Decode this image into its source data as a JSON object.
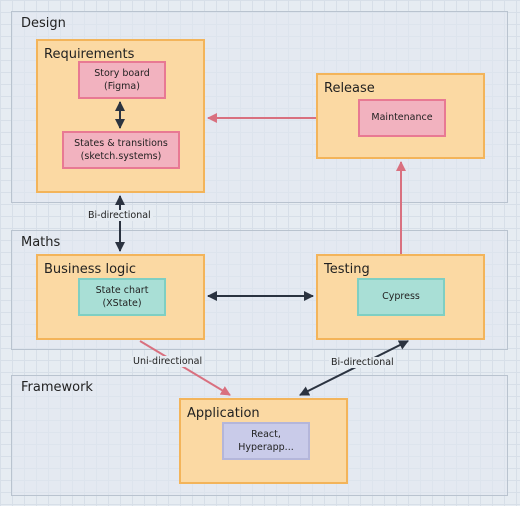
{
  "groups": {
    "design": "Design",
    "maths": "Maths",
    "framework": "Framework"
  },
  "boxes": {
    "requirements": "Requirements",
    "release": "Release",
    "business_logic": "Business logic",
    "testing": "Testing",
    "application": "Application"
  },
  "nodes": {
    "story_board": [
      "Story board",
      "(Figma)"
    ],
    "states_transitions": [
      "States & transitions",
      "(sketch.systems)"
    ],
    "maintenance": "Maintenance",
    "state_chart": [
      "State chart",
      "(XState)"
    ],
    "cypress": "Cypress",
    "react_hyperapp": "React, Hyperapp..."
  },
  "edge_labels": {
    "design_maths": "Bi-directional",
    "logic_app": "Uni-directional",
    "testing_app": "Bi-directional"
  },
  "colors": {
    "dark_arrow": "#2b3340",
    "red_arrow": "#d9707f"
  }
}
